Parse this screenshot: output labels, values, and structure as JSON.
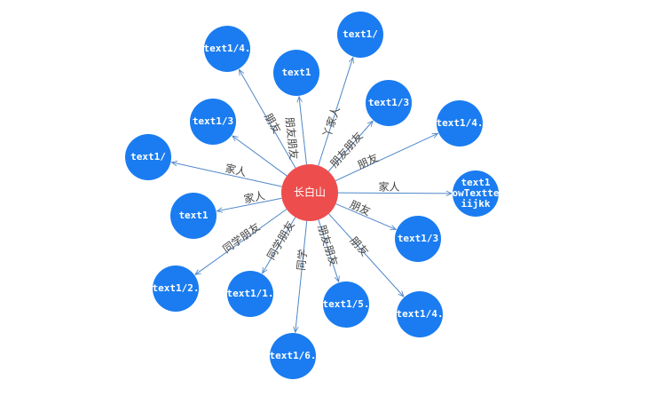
{
  "center": {
    "label": "长白山",
    "color": "#ee4d4d"
  },
  "node_color": "#1a7cf0",
  "edge_color": "#4f87c7",
  "nodes": [
    {
      "id": "n1",
      "label": "text1/4.",
      "relation": "朋友"
    },
    {
      "id": "n2",
      "label": "text1",
      "relation": "朋友朋友"
    },
    {
      "id": "n3",
      "label": "text1/",
      "relation": "丫家人"
    },
    {
      "id": "n4",
      "label": "text1/3",
      "relation": "朋友朋友"
    },
    {
      "id": "n5",
      "label": "text1/4.",
      "relation": "朋友"
    },
    {
      "id": "n6",
      "label": "text1/3",
      "relation": ""
    },
    {
      "id": "n7",
      "label": "text1/",
      "relation": "家人"
    },
    {
      "id": "n8",
      "label": "text1",
      "relation": "家人"
    },
    {
      "id": "n9",
      "label": "text1",
      "label2": "owTextte",
      "label3": "iijkk",
      "relation": "家人"
    },
    {
      "id": "n10",
      "label": "text1/3",
      "relation": "朋友"
    },
    {
      "id": "n11",
      "label": "text1/2.",
      "relation": "同学朋友"
    },
    {
      "id": "n12",
      "label": "text1/1.",
      "relation": "同学朋友"
    },
    {
      "id": "n13",
      "label": "text1/5.",
      "relation": "朋友朋友"
    },
    {
      "id": "n14",
      "label": "text1/4.",
      "relation": "朋友"
    },
    {
      "id": "n15",
      "label": "text1/6.",
      "relation": "同学"
    }
  ]
}
